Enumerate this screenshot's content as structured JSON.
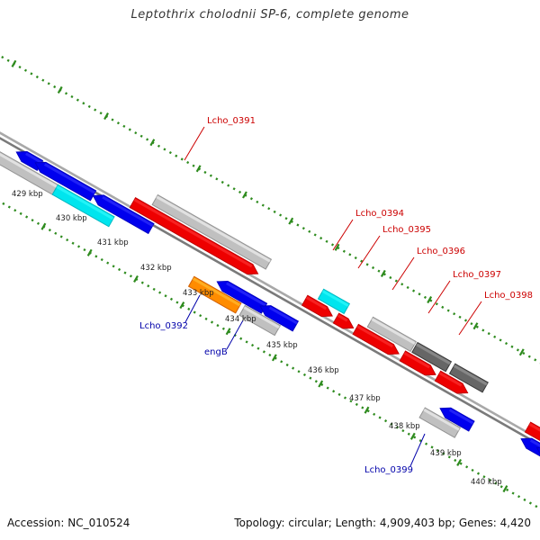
{
  "title": "Leptothrix cholodnii SP-6, complete genome",
  "footer": {
    "accession": "Accession: NC_010524",
    "summary": "Topology: circular; Length: 4,909,403 bp; Genes: 4,420"
  },
  "colors": {
    "backbone": "#909090",
    "ticks": "#2e8b1e",
    "forward_label": "#cc0000",
    "reverse_label": "#0000aa"
  },
  "ruler": [
    {
      "label": "429 kbp"
    },
    {
      "label": "430 kbp"
    },
    {
      "label": "431 kbp"
    },
    {
      "label": "432 kbp"
    },
    {
      "label": "433 kbp"
    },
    {
      "label": "434 kbp"
    },
    {
      "label": "435 kbp"
    },
    {
      "label": "436 kbp"
    },
    {
      "label": "437 kbp"
    },
    {
      "label": "438 kbp"
    },
    {
      "label": "439 kbp"
    },
    {
      "label": "440 kbp"
    }
  ],
  "features": [
    {
      "id": "r0",
      "color": "#0000ee"
    },
    {
      "id": "r1",
      "color": "#0000ee"
    },
    {
      "id": "r2",
      "color": "#c0c0c0"
    },
    {
      "id": "r3",
      "color": "#00e5ee"
    },
    {
      "id": "r4",
      "color": "#0000ee",
      "label": ""
    },
    {
      "id": "f0",
      "color": "#c0c0c0"
    },
    {
      "id": "f1",
      "color": "#ee0000"
    },
    {
      "id": "r5",
      "color": "#0000ee"
    },
    {
      "id": "r6",
      "color": "#ff8c00"
    },
    {
      "id": "r7",
      "color": "#0000ee"
    },
    {
      "id": "r8",
      "color": "#c0c0c0"
    },
    {
      "id": "f2",
      "color": "#00e5ee"
    },
    {
      "id": "f3",
      "color": "#ee0000"
    },
    {
      "id": "f4",
      "color": "#ee0000"
    },
    {
      "id": "f5",
      "color": "#c0c0c0"
    },
    {
      "id": "f6",
      "color": "#ee0000"
    },
    {
      "id": "f7",
      "color": "#666666"
    },
    {
      "id": "f8",
      "color": "#ee0000"
    },
    {
      "id": "f9",
      "color": "#666666"
    },
    {
      "id": "f10",
      "color": "#ee0000"
    },
    {
      "id": "r9",
      "color": "#0000ee"
    },
    {
      "id": "r10",
      "color": "#c0c0c0"
    },
    {
      "id": "r11",
      "color": "#0000ee"
    },
    {
      "id": "f11",
      "color": "#ee0000"
    },
    {
      "id": "r12",
      "color": "#0000ee"
    },
    {
      "id": "f12",
      "color": "#ee0000"
    }
  ],
  "gene_labels": [
    {
      "text": "Lcho_0391",
      "strand": "forward"
    },
    {
      "text": "Lcho_0394",
      "strand": "forward"
    },
    {
      "text": "Lcho_0395",
      "strand": "forward"
    },
    {
      "text": "Lcho_0396",
      "strand": "forward"
    },
    {
      "text": "Lcho_0397",
      "strand": "forward"
    },
    {
      "text": "Lcho_0398",
      "strand": "forward"
    },
    {
      "text": "Lcho_0392",
      "strand": "reverse"
    },
    {
      "text": "engB",
      "strand": "reverse"
    },
    {
      "text": "Lcho_0399",
      "strand": "reverse"
    }
  ]
}
